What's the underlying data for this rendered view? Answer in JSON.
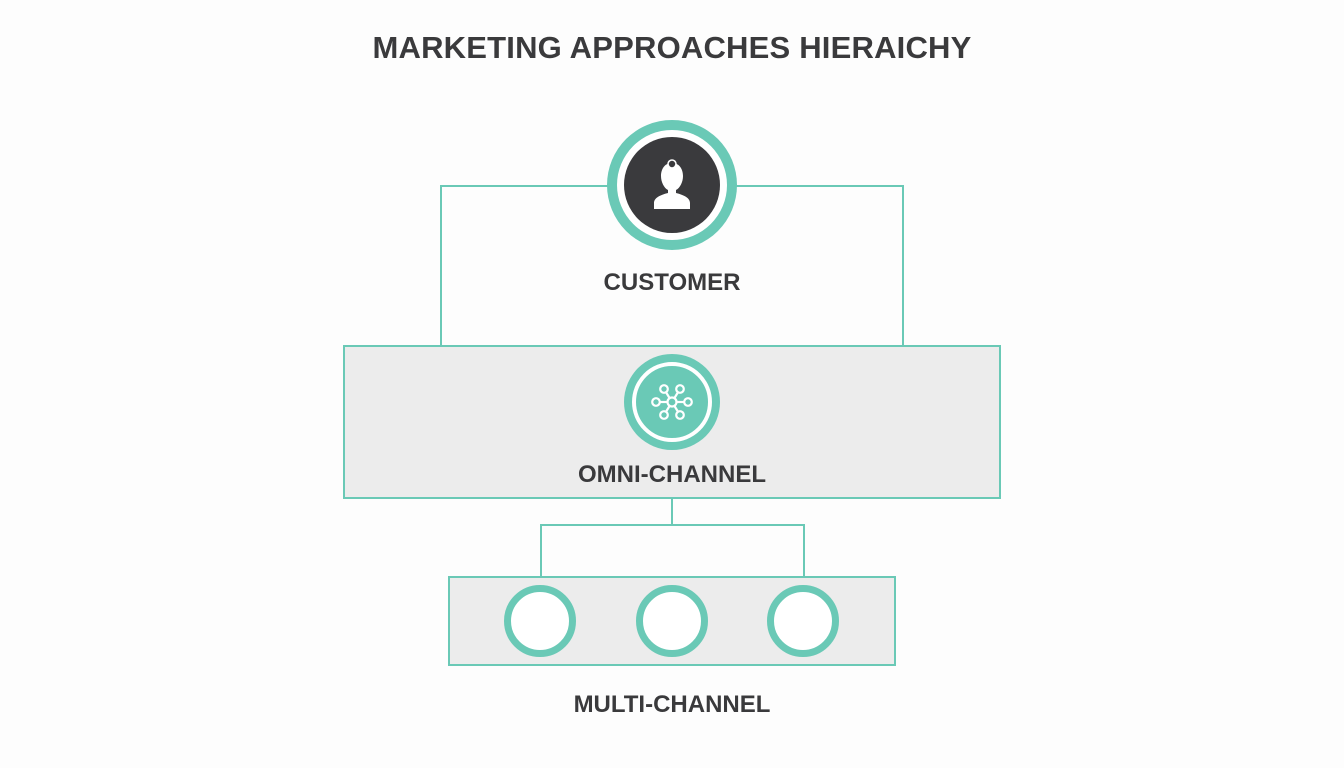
{
  "diagram": {
    "title": "MARKETING APPROACHES HIERAICHY",
    "colors": {
      "accent": "#6ac9b6",
      "text": "#3a3a3c",
      "box_fill": "#ececec",
      "icon_dark": "#3a3a3d",
      "background": "#fdfdfd"
    },
    "levels": [
      {
        "id": "customer",
        "label": "CUSTOMER",
        "icon": "person-icon"
      },
      {
        "id": "omni-channel",
        "label": "OMNI-CHANNEL",
        "icon": "network-hub-icon"
      },
      {
        "id": "multi-channel",
        "label": "MULTI-CHANNEL",
        "icon": "channel-circles",
        "channels": [
          {
            "id": "channel-1"
          },
          {
            "id": "channel-2"
          },
          {
            "id": "channel-3"
          }
        ]
      }
    ],
    "connections": [
      {
        "from": "customer",
        "to": "omni-channel"
      },
      {
        "from": "omni-channel",
        "to": "multi-channel"
      }
    ]
  }
}
